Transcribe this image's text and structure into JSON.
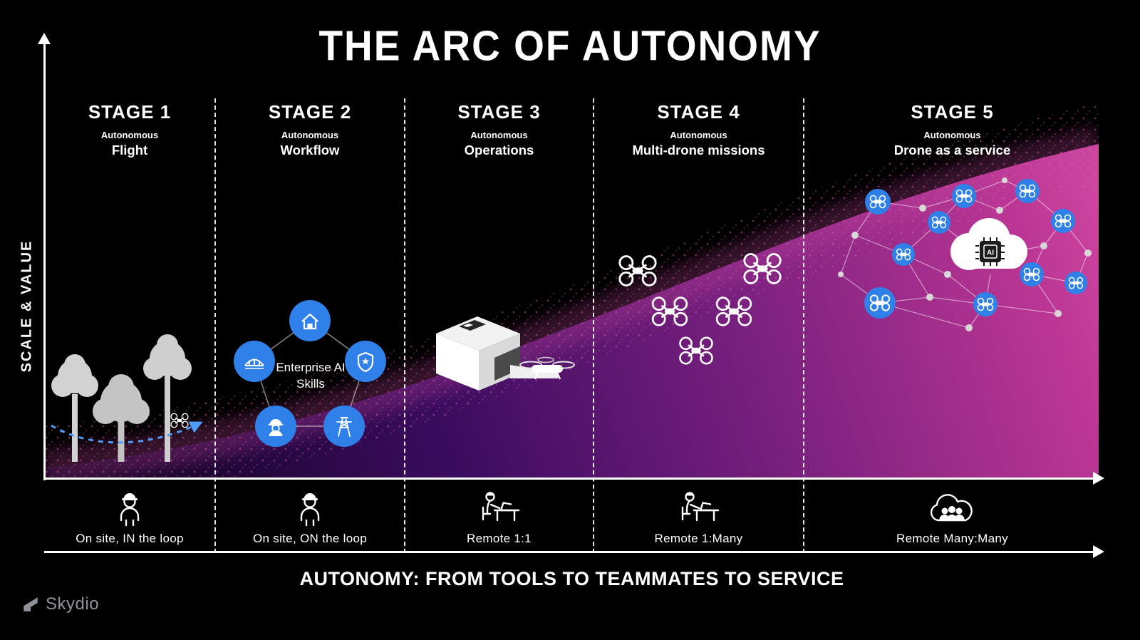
{
  "title": "THE ARC OF AUTONOMY",
  "y_axis_label": "SCALE & VALUE",
  "footer_caption": "AUTONOMY: FROM TOOLS TO TEAMMATES TO SERVICE",
  "brand": {
    "name": "Skydio"
  },
  "stages": [
    {
      "label": "STAGE 1",
      "kicker": "Autonomous",
      "name": "Flight",
      "operator_label": "On site, IN the loop"
    },
    {
      "label": "STAGE 2",
      "kicker": "Autonomous",
      "name": "Workflow",
      "operator_label": "On site,  ON the loop",
      "center_text": "Enterprise AI Skills"
    },
    {
      "label": "STAGE 3",
      "kicker": "Autonomous",
      "name": "Operations",
      "operator_label": "Remote 1:1"
    },
    {
      "label": "STAGE 4",
      "kicker": "Autonomous",
      "name": "Multi-drone missions",
      "operator_label": "Remote 1:Many"
    },
    {
      "label": "STAGE 5",
      "kicker": "Autonomous",
      "name": "Drone as a service",
      "operator_label": "Remote Many:Many",
      "cloud_chip_label": "AI"
    }
  ],
  "icons": {
    "brand_icon": "skydio-logo-icon",
    "y_axis_arrow": "axis-arrow-up-icon",
    "x_axis_arrow": "axis-arrow-right-icon",
    "stage1_illustration": "trees-and-drone",
    "stage2_illustration": "enterprise-ai-skills-ring",
    "stage2_ring_icons": [
      "house-icon",
      "bridge-icon",
      "shield-star-icon",
      "firefighter-icon",
      "power-tower-icon"
    ],
    "stage3_illustration": "dock-and-drone",
    "stage4_illustration": "drone-swarm",
    "stage5_illustration": "drone-network-with-ai-cloud",
    "operator_icons": [
      "hardhat-worker-icon",
      "hardhat-worker-icon",
      "remote-operator-icon",
      "remote-operator-icon",
      "people-cloud-icon"
    ]
  },
  "colors": {
    "background": "#000000",
    "accent_blue": "#2f80e8",
    "gradient_dark_purple": "#0d021a",
    "gradient_magenta": "#c23a94",
    "tree_gray": "#c9c9c9",
    "dashed_path_blue": "#4f9cf7",
    "text": "#ffffff"
  }
}
